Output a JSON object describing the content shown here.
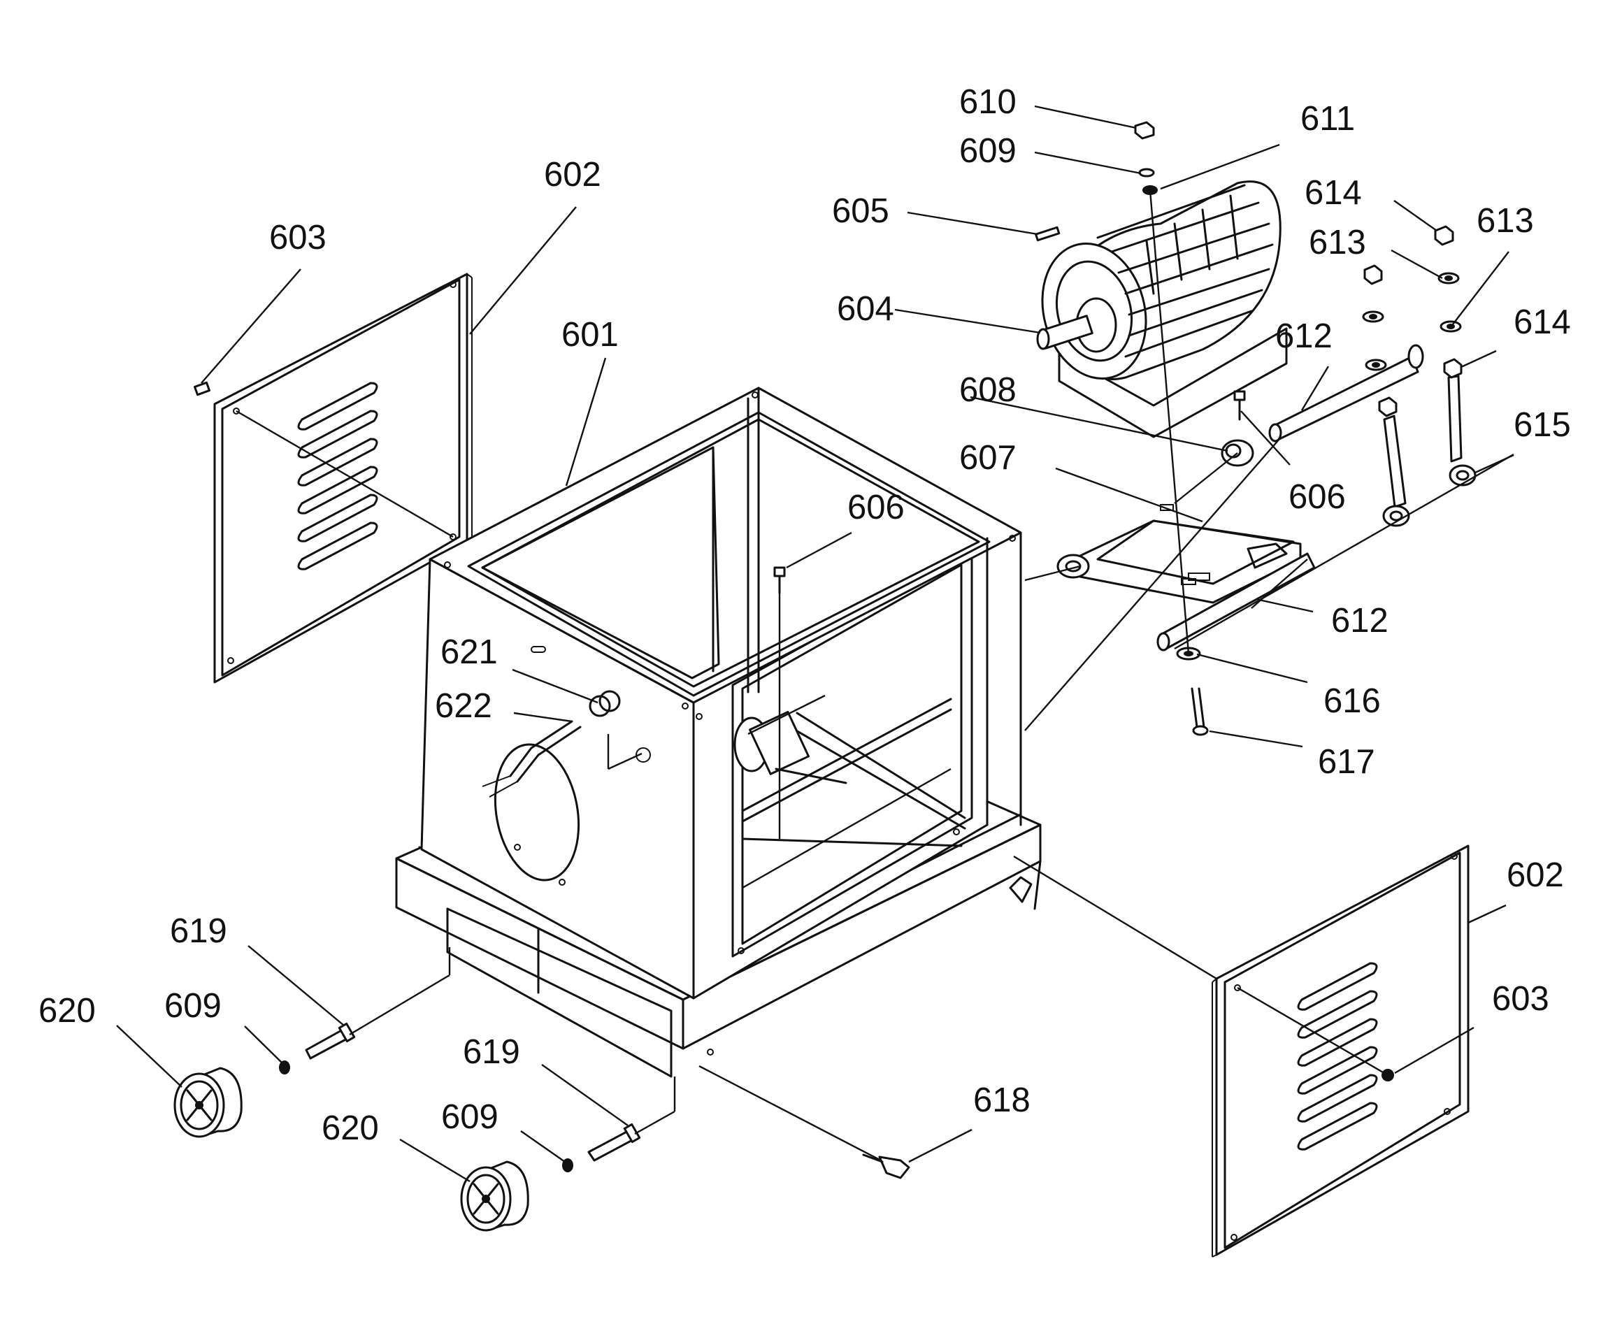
{
  "diagram": {
    "colors": {
      "ink": "#111111",
      "paper": "#ffffff"
    },
    "callouts": [
      {
        "id": "c610",
        "text": "610"
      },
      {
        "id": "c609a",
        "text": "609"
      },
      {
        "id": "c611",
        "text": "611"
      },
      {
        "id": "c605",
        "text": "605"
      },
      {
        "id": "c604",
        "text": "604"
      },
      {
        "id": "c614a",
        "text": "614"
      },
      {
        "id": "c613a",
        "text": "613"
      },
      {
        "id": "c613b",
        "text": "613"
      },
      {
        "id": "c614b",
        "text": "614"
      },
      {
        "id": "c612a",
        "text": "612"
      },
      {
        "id": "c608",
        "text": "608"
      },
      {
        "id": "c607",
        "text": "607"
      },
      {
        "id": "c606a",
        "text": "606"
      },
      {
        "id": "c615",
        "text": "615"
      },
      {
        "id": "c603a",
        "text": "603"
      },
      {
        "id": "c602a",
        "text": "602"
      },
      {
        "id": "c601",
        "text": "601"
      },
      {
        "id": "c606b",
        "text": "606"
      },
      {
        "id": "c612b",
        "text": "612"
      },
      {
        "id": "c621",
        "text": "621"
      },
      {
        "id": "c622",
        "text": "622"
      },
      {
        "id": "c616",
        "text": "616"
      },
      {
        "id": "c617",
        "text": "617"
      },
      {
        "id": "c602b",
        "text": "602"
      },
      {
        "id": "c603b",
        "text": "603"
      },
      {
        "id": "c619a",
        "text": "619"
      },
      {
        "id": "c609b",
        "text": "609"
      },
      {
        "id": "c620a",
        "text": "620"
      },
      {
        "id": "c619b",
        "text": "619"
      },
      {
        "id": "c609c",
        "text": "609"
      },
      {
        "id": "c620b",
        "text": "620"
      },
      {
        "id": "c618",
        "text": "618"
      }
    ]
  }
}
